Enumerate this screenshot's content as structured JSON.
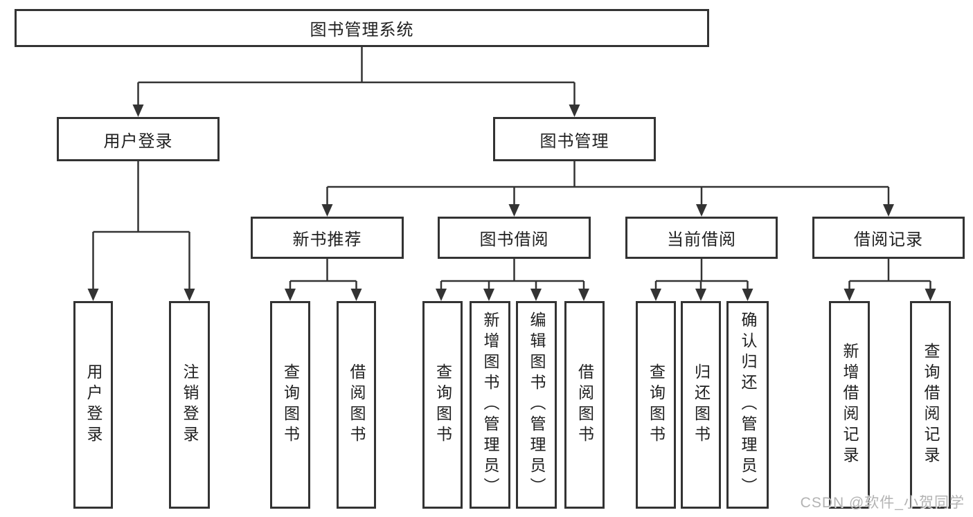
{
  "tree": {
    "label": "图书管理系统",
    "children": [
      {
        "label": "用户登录",
        "children": [
          {
            "label": "用户登录"
          },
          {
            "label": "注销登录"
          }
        ]
      },
      {
        "label": "图书管理",
        "children": [
          {
            "label": "新书推荐",
            "children": [
              {
                "label": "查询图书"
              },
              {
                "label": "借阅图书"
              }
            ]
          },
          {
            "label": "图书借阅",
            "children": [
              {
                "label": "查询图书"
              },
              {
                "label": "新增图书（管理员）"
              },
              {
                "label": "编辑图书（管理员）"
              },
              {
                "label": "借阅图书"
              }
            ]
          },
          {
            "label": "当前借阅",
            "children": [
              {
                "label": "查询图书"
              },
              {
                "label": "归还图书"
              },
              {
                "label": "确认归还（管理员）"
              }
            ]
          },
          {
            "label": "借阅记录",
            "children": [
              {
                "label": "新增借阅记录"
              },
              {
                "label": "查询借阅记录"
              }
            ]
          }
        ]
      }
    ]
  },
  "watermark": {
    "text": "CSDN @软件_小贺同学"
  },
  "colors": {
    "line": "#333333",
    "box_border": "#333333",
    "text": "#1f1f1f",
    "watermark": "#afafaf"
  }
}
